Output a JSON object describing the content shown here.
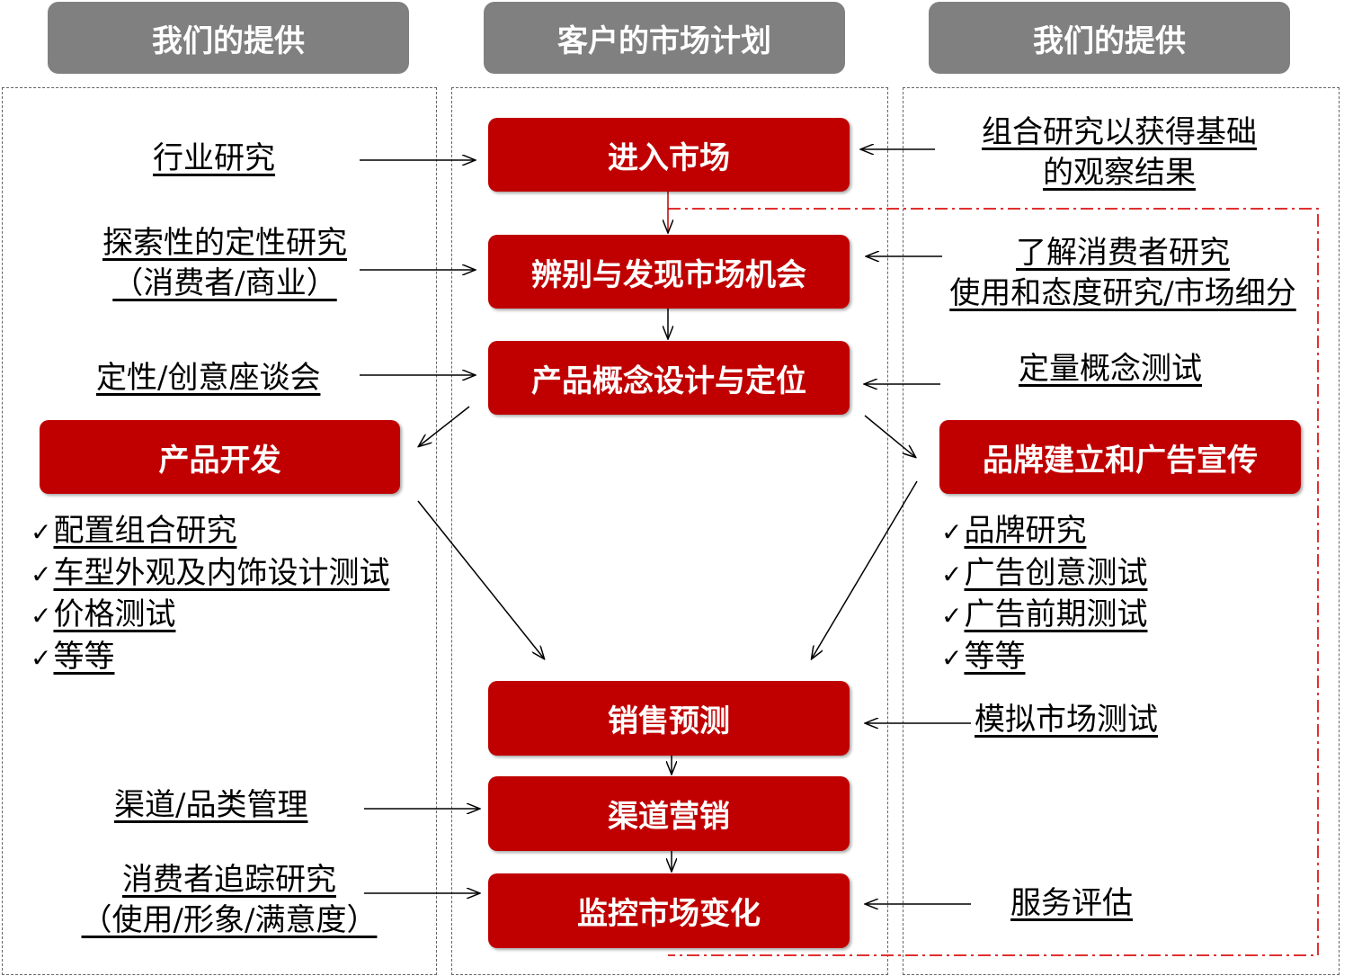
{
  "headers": {
    "left": "我们的提供",
    "center": "客户的市场计划",
    "right": "我们的提供"
  },
  "steps": {
    "enter_market": "进入市场",
    "identify_opportunity": "辨别与发现市场机会",
    "concept_design": "产品概念设计与定位",
    "product_dev": "产品开发",
    "brand_building": "品牌建立和广告宣传",
    "sales_forecast": "销售预测",
    "channel_marketing": "渠道营销",
    "monitor_market": "监控市场变化"
  },
  "left_offers": {
    "industry_research": "行业研究",
    "exploratory_line1": "探索性的定性研究",
    "exploratory_line2": "（消费者/商业）",
    "qualitative": "定性/创意座谈会",
    "channel_category": "渠道/品类管理",
    "tracking_line1": "消费者追踪研究",
    "tracking_line2": "（使用/形象/满意度）"
  },
  "right_offers": {
    "portfolio_line1": "组合研究以获得基础",
    "portfolio_line2": "的观察结果",
    "consumer_line1": "了解消费者研究",
    "consumer_line2": "使用和态度研究/市场细分",
    "quant_concept": "定量概念测试",
    "simulated_test": "模拟市场测试",
    "service_eval": "服务评估"
  },
  "product_dev_list": [
    "配置组合研究",
    "车型外观及内饰设计测试",
    "价格测试",
    "等等"
  ],
  "brand_list": [
    "品牌研究",
    "广告创意测试",
    "广告前期测试",
    "等等"
  ],
  "check_mark": "✓",
  "colors": {
    "red": "#c00000",
    "header_gray": "#808080",
    "dashdot_red": "#e03030"
  }
}
